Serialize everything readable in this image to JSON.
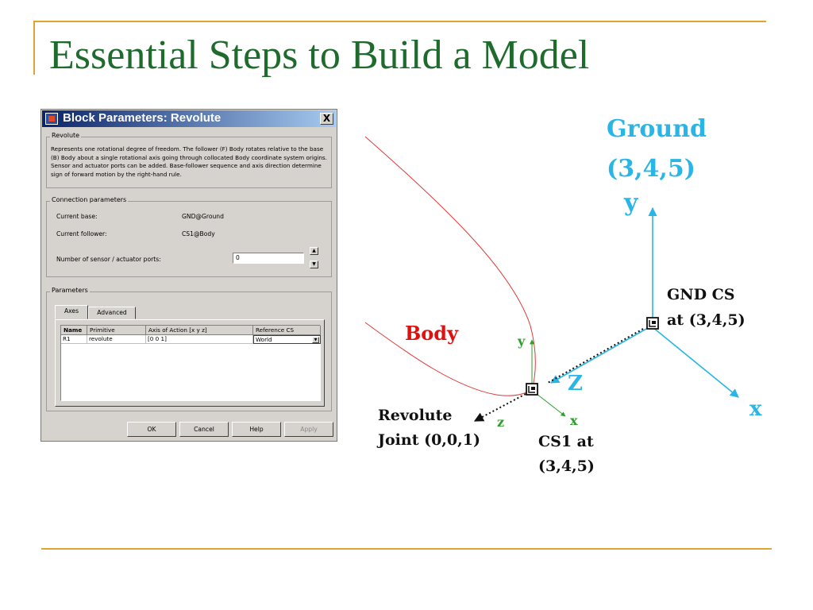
{
  "slide": {
    "title": "Essential Steps to Build a Model"
  },
  "dialog": {
    "title": "Block Parameters: Revolute",
    "close_label": "X",
    "revolute_group": {
      "label": "Revolute",
      "description": "Represents one rotational degree of freedom. The follower (F) Body rotates relative to the base (B) Body about a single rotational axis going through collocated Body coordinate system origins. Sensor and actuator ports can be added. Base-follower sequence and axis direction determine sign of forward motion by the right-hand rule."
    },
    "connection_group": {
      "label": "Connection parameters",
      "current_base_label": "Current base:",
      "current_base_value": "GND@Ground",
      "current_follower_label": "Current follower:",
      "current_follower_value": "CS1@Body",
      "ports_label": "Number of sensor / actuator ports:",
      "ports_value": "0",
      "spin_up": "▲",
      "spin_down": "▼"
    },
    "parameters_group": {
      "label": "Parameters",
      "tabs": [
        {
          "label": "Axes",
          "active": true
        },
        {
          "label": "Advanced",
          "active": false
        }
      ],
      "table": {
        "headers": [
          "Name",
          "Primitive",
          "Axis of Action [x y z]",
          "Reference CS"
        ],
        "rows": [
          [
            "R1",
            "revolute",
            "[0 0 1]",
            "World"
          ]
        ],
        "dropdown_arrow": "▼"
      }
    },
    "buttons": {
      "ok": "OK",
      "cancel": "Cancel",
      "help": "Help",
      "apply": "Apply"
    }
  },
  "diagram": {
    "ground_label": "Ground",
    "ground_coords": "(3,4,5)",
    "ground_y": "y",
    "ground_x": "x",
    "gnd_cs_label": "GND CS",
    "gnd_cs_at": "at (3,4,5)",
    "body_label": "Body",
    "z_label": "Z",
    "cs1_y": "y",
    "cs1_x": "x",
    "cs1_z": "z",
    "revolute_label_1": "Revolute",
    "revolute_label_2": "Joint (0,0,1)",
    "cs1_label_1": "CS1 at",
    "cs1_label_2": "(3,4,5)",
    "colors": {
      "ground_axes": "#29b6e6",
      "body_curve": "#e03a3a",
      "body_text": "#e01010",
      "cs1_axes": "#2aa02a",
      "joint": "#111111"
    }
  }
}
